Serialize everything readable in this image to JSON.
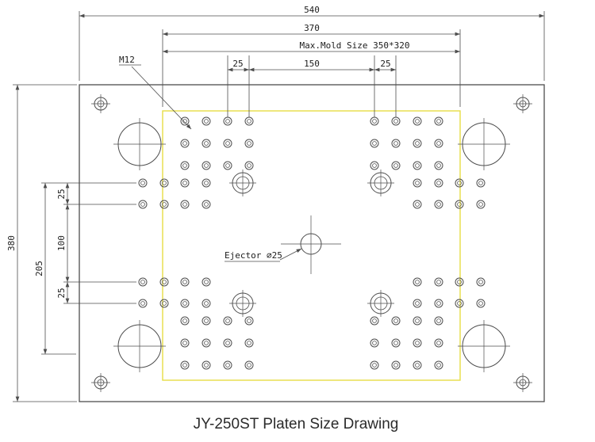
{
  "title": "JY-250ST Platen Size Drawing",
  "dimensions": {
    "overall_width": "540",
    "mold_width": "370",
    "max_mold_size": "Max.Mold Size 350*320",
    "col_pitch_left": "25",
    "col_span_center": "150",
    "col_pitch_right": "25",
    "overall_height": "380",
    "row_span": "205",
    "row_span_center": "100",
    "row_pitch_top": "25",
    "row_pitch_bottom": "25"
  },
  "labels": {
    "thread_spec": "M12",
    "ejector_spec": "Ejector ⌀25"
  },
  "colors": {
    "line": "#4d4d4d",
    "mold_area": "#e6dd45",
    "text": "#1c1c1c"
  }
}
